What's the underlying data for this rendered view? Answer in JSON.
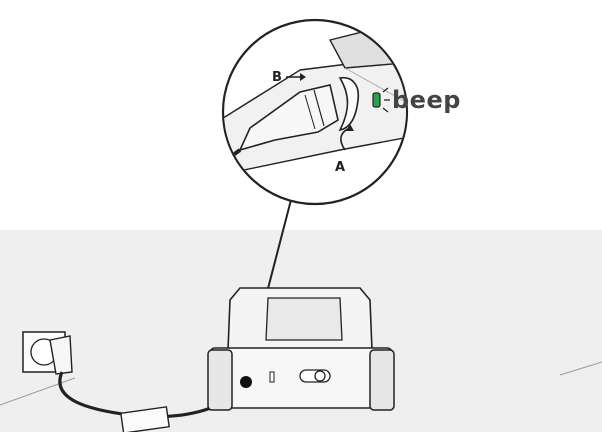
{
  "labels": {
    "b": "B",
    "a": "A",
    "beep": "beep"
  },
  "colors": {
    "wall": "#efefef",
    "outline": "#222222",
    "led": "#2e9e4f",
    "body": "#f4f4f4",
    "label": "#444444"
  }
}
